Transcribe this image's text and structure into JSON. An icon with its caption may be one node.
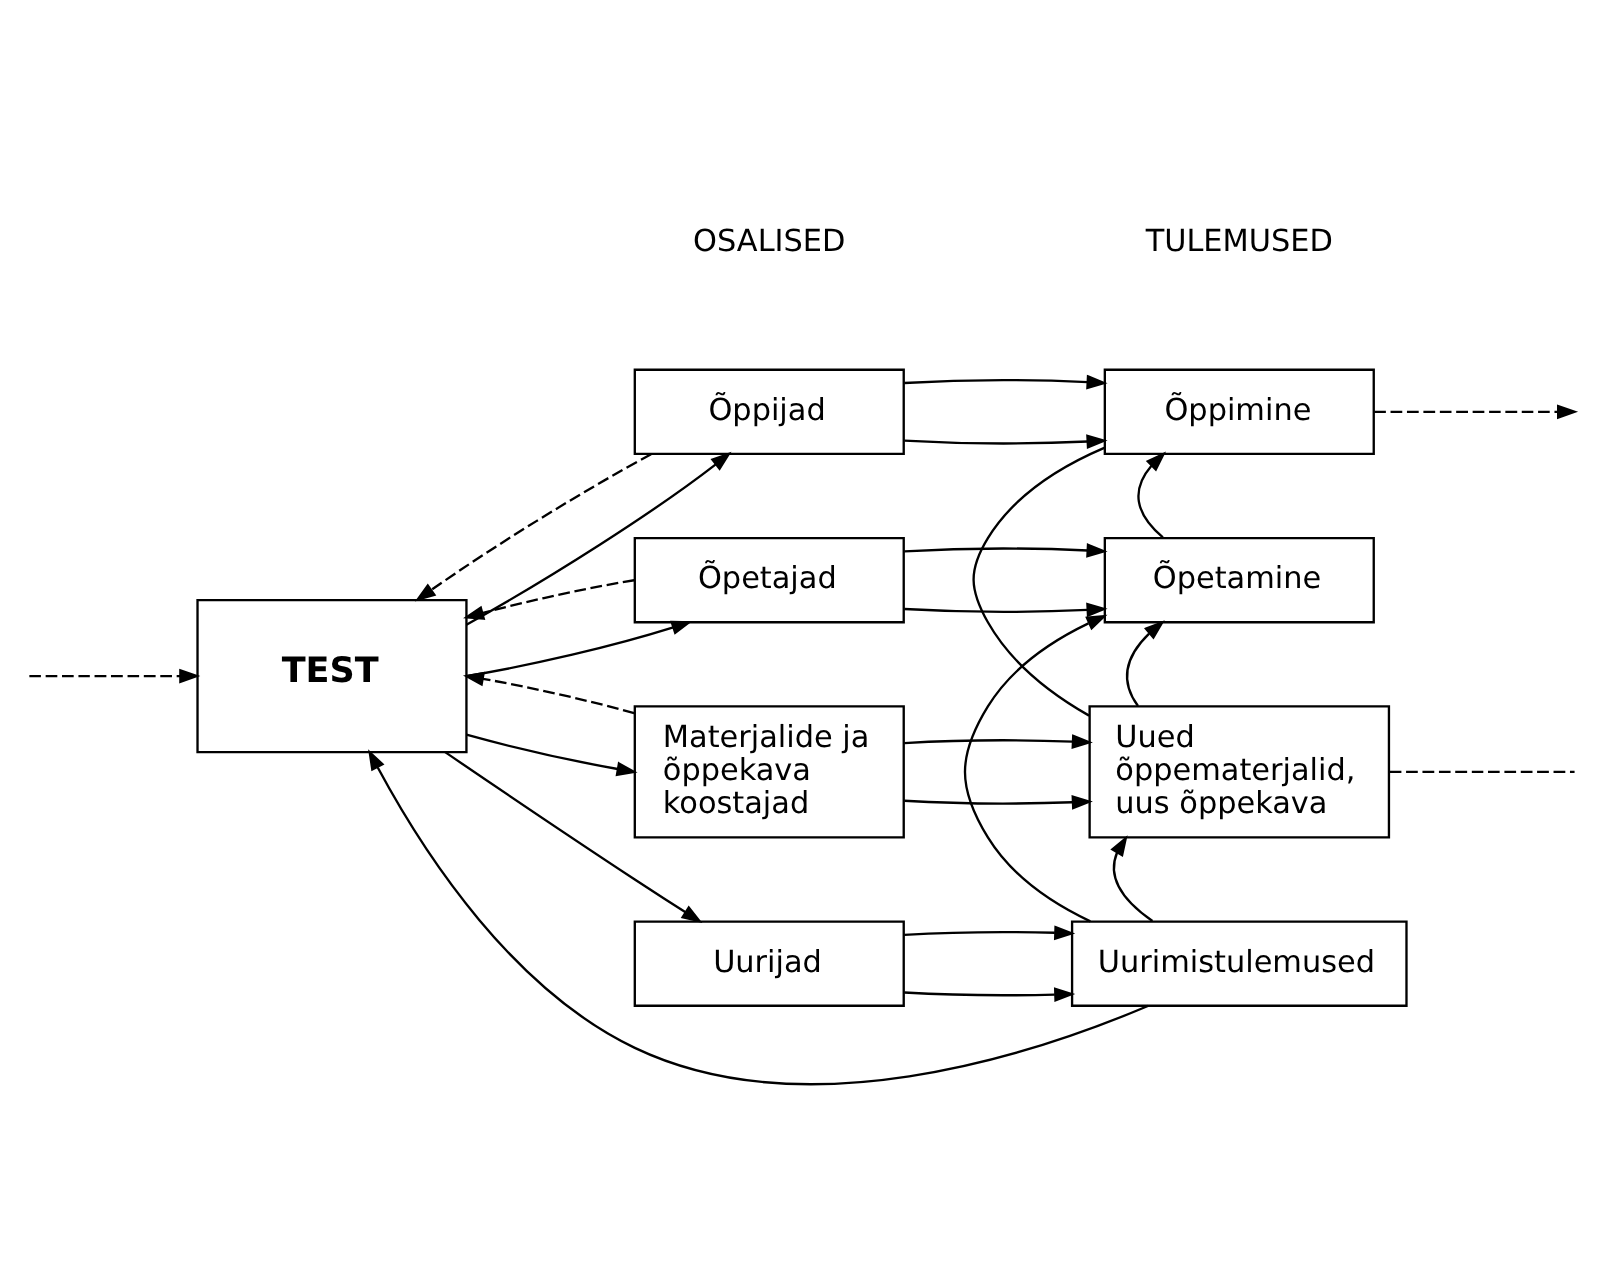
{
  "diagram": {
    "nodes": [
      {
        "text": [
          "TEST"
        ]
      },
      {
        "text": [
          "Õppijad"
        ]
      },
      {
        "text": [
          "Õppimine"
        ]
      },
      {
        "text": [
          "Õpetajad"
        ]
      },
      {
        "text": [
          "Õpetamine"
        ]
      },
      {
        "text": [
          "Materjalide ja õppekava koostajad"
        ]
      },
      {
        "text": [
          "Uued õppematerjalid, uus õppekava"
        ]
      },
      {
        "text": [
          "Uurijad"
        ]
      },
      {
        "text": [
          "Uurimistulemused"
        ]
      }
    ],
    "edges": [
      {
        "from": null,
        "to": 0,
        "arrow": "to",
        "style": "dashed"
      },
      {
        "from": 1,
        "to": 0,
        "arrow": "to",
        "style": "dashed"
      },
      {
        "from": 0,
        "to": 1,
        "arrow": "to"
      },
      {
        "from": 1,
        "to": 2,
        "arrow": "to"
      },
      {
        "from": 1,
        "to": 2,
        "arrow": "to"
      },
      {
        "from": 2,
        "to": null,
        "arrow": "to",
        "style": "dashed"
      },
      {
        "from": 2,
        "to": 6,
        "arrow": "none"
      },
      {
        "from": 3,
        "to": 0,
        "arrow": "to",
        "style": "dashed"
      },
      {
        "from": 0,
        "to": 3,
        "arrow": "to"
      },
      {
        "from": 3,
        "to": 4,
        "arrow": "to"
      },
      {
        "from": 3,
        "to": 4,
        "arrow": "to"
      },
      {
        "from": 4,
        "to": 2,
        "arrow": "to"
      },
      {
        "from": 8,
        "to": 4,
        "arrow": "to"
      },
      {
        "from": 5,
        "to": 0,
        "arrow": "to",
        "style": "dashed"
      },
      {
        "from": 0,
        "to": 5,
        "arrow": "to"
      },
      {
        "from": 5,
        "to": 6,
        "arrow": "to"
      },
      {
        "from": 5,
        "to": 6,
        "arrow": "to"
      },
      {
        "from": 6,
        "to": 4,
        "arrow": "to"
      },
      {
        "from": 6,
        "to": null,
        "arrow": "none",
        "style": "dashed"
      },
      {
        "from": 0,
        "to": 7,
        "arrow": "to"
      },
      {
        "from": 7,
        "to": 8,
        "arrow": "to"
      },
      {
        "from": 7,
        "to": 8,
        "arrow": "to"
      },
      {
        "from": 8,
        "to": 6,
        "arrow": "to"
      },
      {
        "from": 8,
        "to": 0,
        "arrow": "to"
      }
    ],
    "labels": [
      "OSALISED",
      "TULEMUSED"
    ]
  }
}
